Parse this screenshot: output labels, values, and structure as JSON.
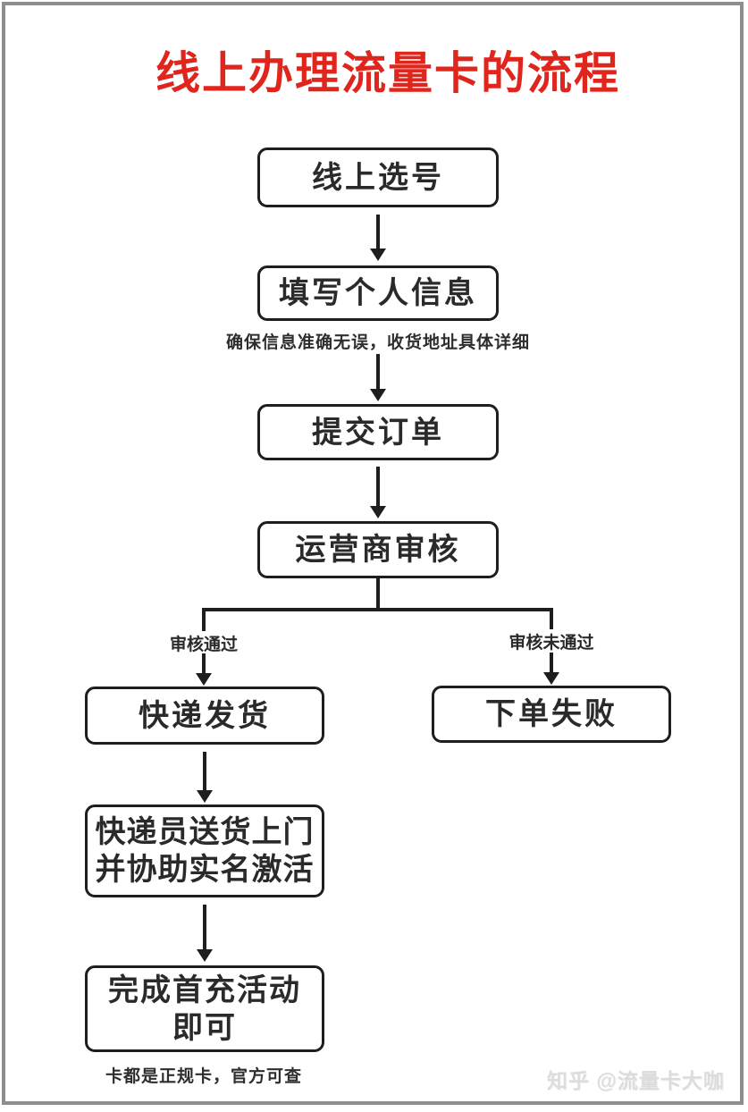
{
  "title": "线上办理流量卡的流程",
  "nodes": {
    "select_number": "线上选号",
    "fill_info": "填写个人信息",
    "fill_info_note": "确保信息准确无误，收货地址具体详细",
    "submit_order": "提交订单",
    "operator_review": "运营商审核",
    "ship": "快递发货",
    "order_failed": "下单失败",
    "delivery_line1": "快递员送货上门",
    "delivery_line2": "并协助实名激活",
    "first_recharge_line1": "完成首充活动",
    "first_recharge_line2": "即可",
    "final_note": "卡都是正规卡，官方可查"
  },
  "branches": {
    "pass_label": "审核通过",
    "fail_label": "审核未通过"
  },
  "watermark": "知乎 @流量卡大咖",
  "colors": {
    "title_red": "#e0251c",
    "stroke_black": "#1e1e1e",
    "frame_gray": "#8e8e8e",
    "watermark_gray": "#dcdcdc"
  }
}
